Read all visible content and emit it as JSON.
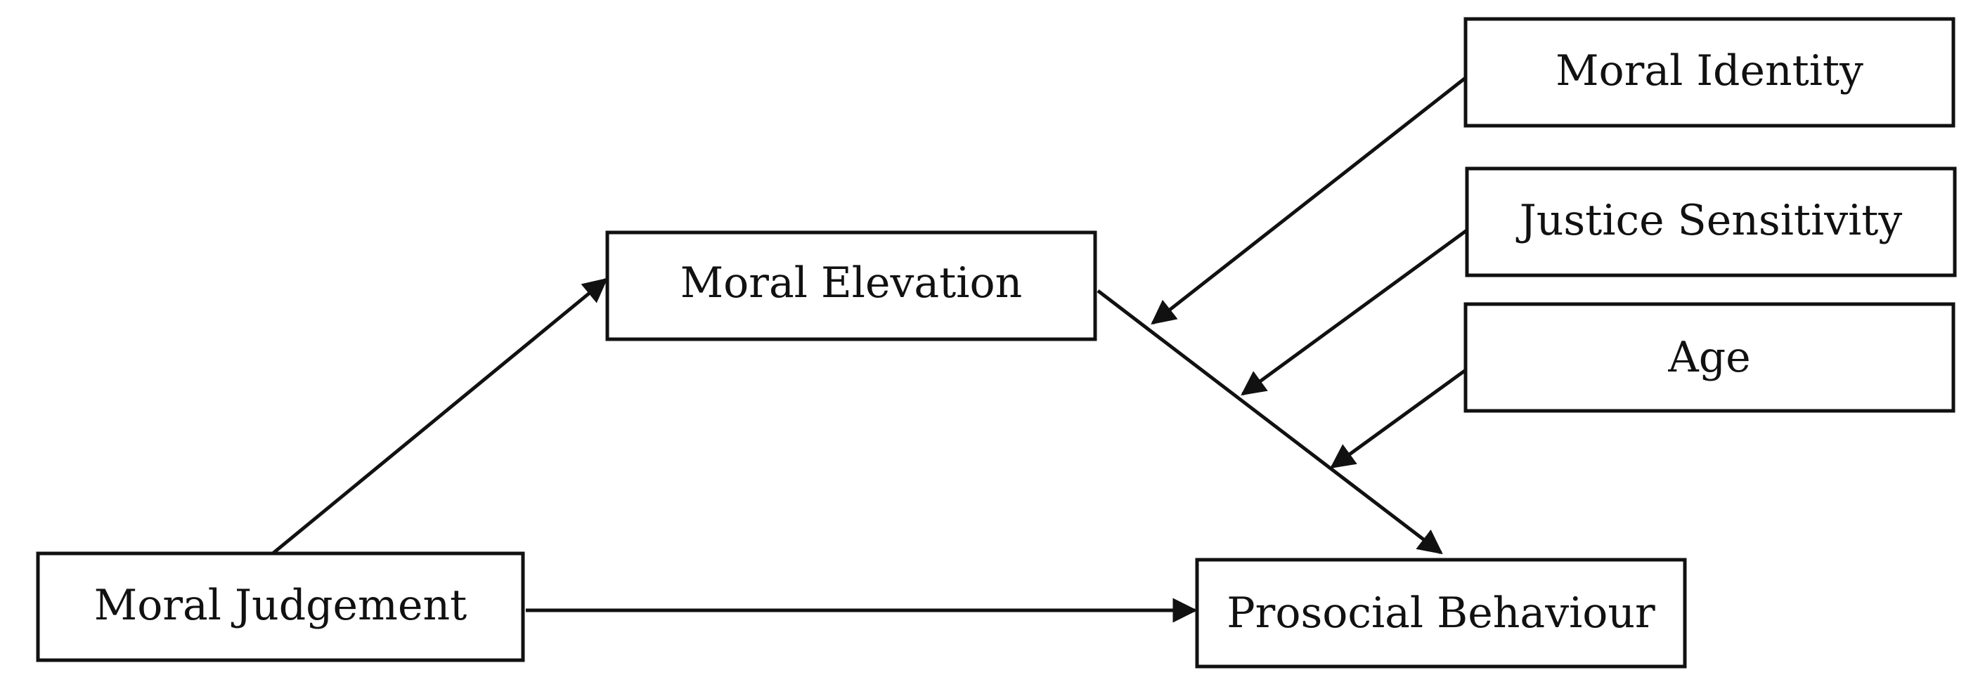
{
  "nodes": {
    "moral_identity": "Moral Identity",
    "justice_sensitivity": "Justice Sensitivity",
    "age": "Age",
    "moral_elevation": "Moral Elevation",
    "moral_judgement": "Moral Judgement",
    "prosocial_behaviour": "Prosocial Behaviour"
  },
  "colors": {
    "stroke": "#111111",
    "background": "#ffffff"
  }
}
